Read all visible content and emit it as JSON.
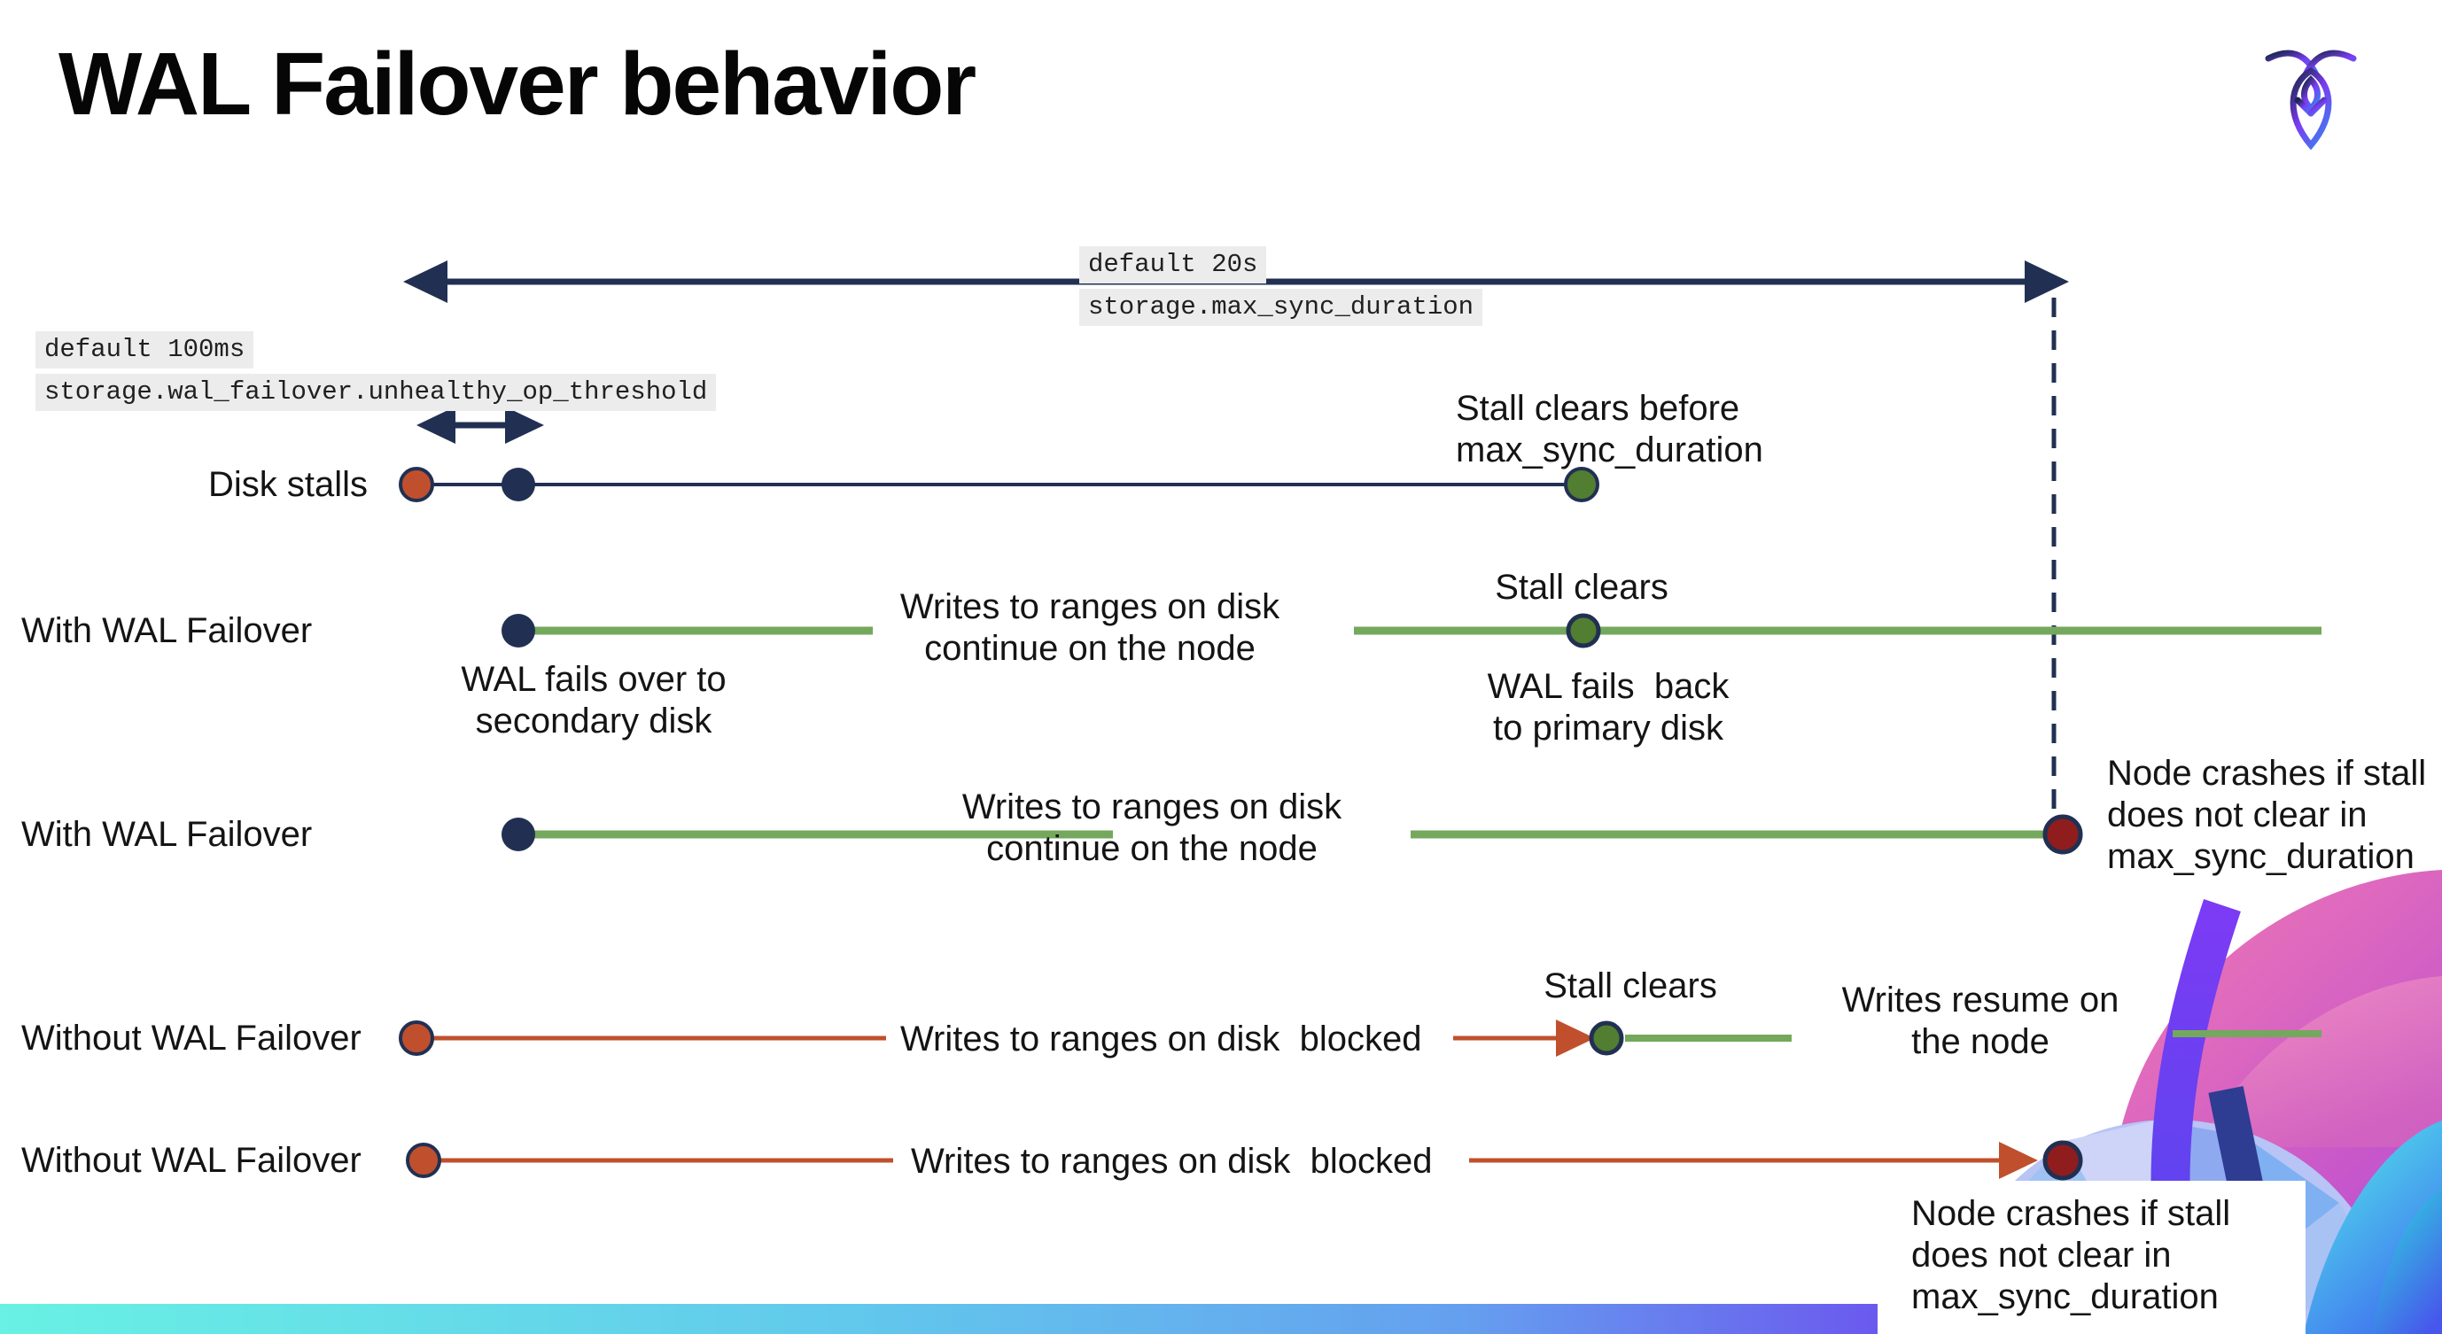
{
  "header": {
    "title": "WAL Failover behavior"
  },
  "logo": {
    "name": "cockroachdb-mark"
  },
  "callouts": {
    "max_sync": {
      "default_value": "default 20s",
      "setting": "storage.max_sync_duration"
    },
    "unhealthy_op": {
      "default_value": "default 100ms",
      "setting": "storage.wal_failover.unhealthy_op_threshold"
    }
  },
  "row_labels": {
    "disk_stalls": "Disk stalls",
    "with_wal_failover": "With WAL Failover",
    "without_wal_failover": "Without WAL Failover"
  },
  "annotations": {
    "stall_clears_before_line1": "Stall clears before",
    "stall_clears_before_line2": "max_sync_duration",
    "stall_clears": "Stall clears",
    "writes_continue_line1": "Writes to ranges on disk",
    "writes_continue_line2": "continue on the node",
    "wal_fails_over_line1": "WAL fails over to",
    "wal_fails_over_line2": "secondary disk",
    "wal_fails_back_line1": "WAL fails  back",
    "wal_fails_back_line2": "to primary disk",
    "node_crashes_line1": "Node crashes if stall",
    "node_crashes_line2": "does not clear in",
    "node_crashes_line3": "max_sync_duration",
    "writes_blocked": "Writes to ranges on disk  blocked",
    "writes_resume_line1": "Writes resume on",
    "writes_resume_line2": "the node"
  },
  "colors": {
    "navy": "#213052",
    "green_line": "#74a85c",
    "green_dot": "#517e31",
    "red": "#c0502d",
    "dark_red": "#8f1d1d",
    "code_background": "#ececec",
    "bar_gradient": [
      "#68f1e4",
      "#62c8ec",
      "#659fef",
      "#6b4fee"
    ]
  }
}
